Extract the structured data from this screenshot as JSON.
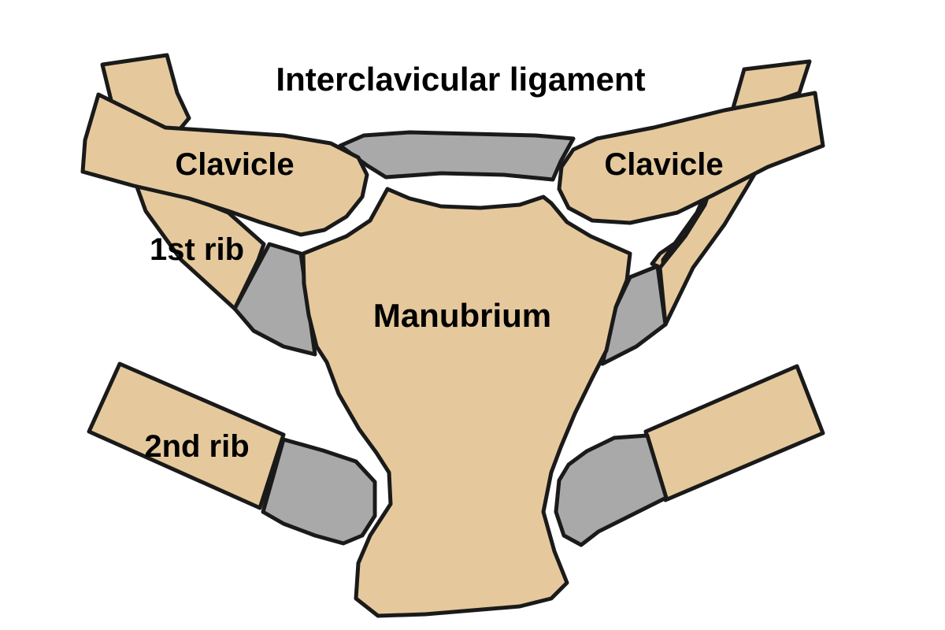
{
  "colors": {
    "bone": "#e5c99c",
    "cartilage": "#a9a9a9",
    "outline": "#1a1a1a",
    "background": "#ffffff"
  },
  "labels": {
    "ligament": "Interclavicular ligament",
    "clavicle_left": "Clavicle",
    "clavicle_right": "Clavicle",
    "first_rib": "1st rib",
    "manubrium": "Manubrium",
    "second_rib": "2nd rib"
  }
}
